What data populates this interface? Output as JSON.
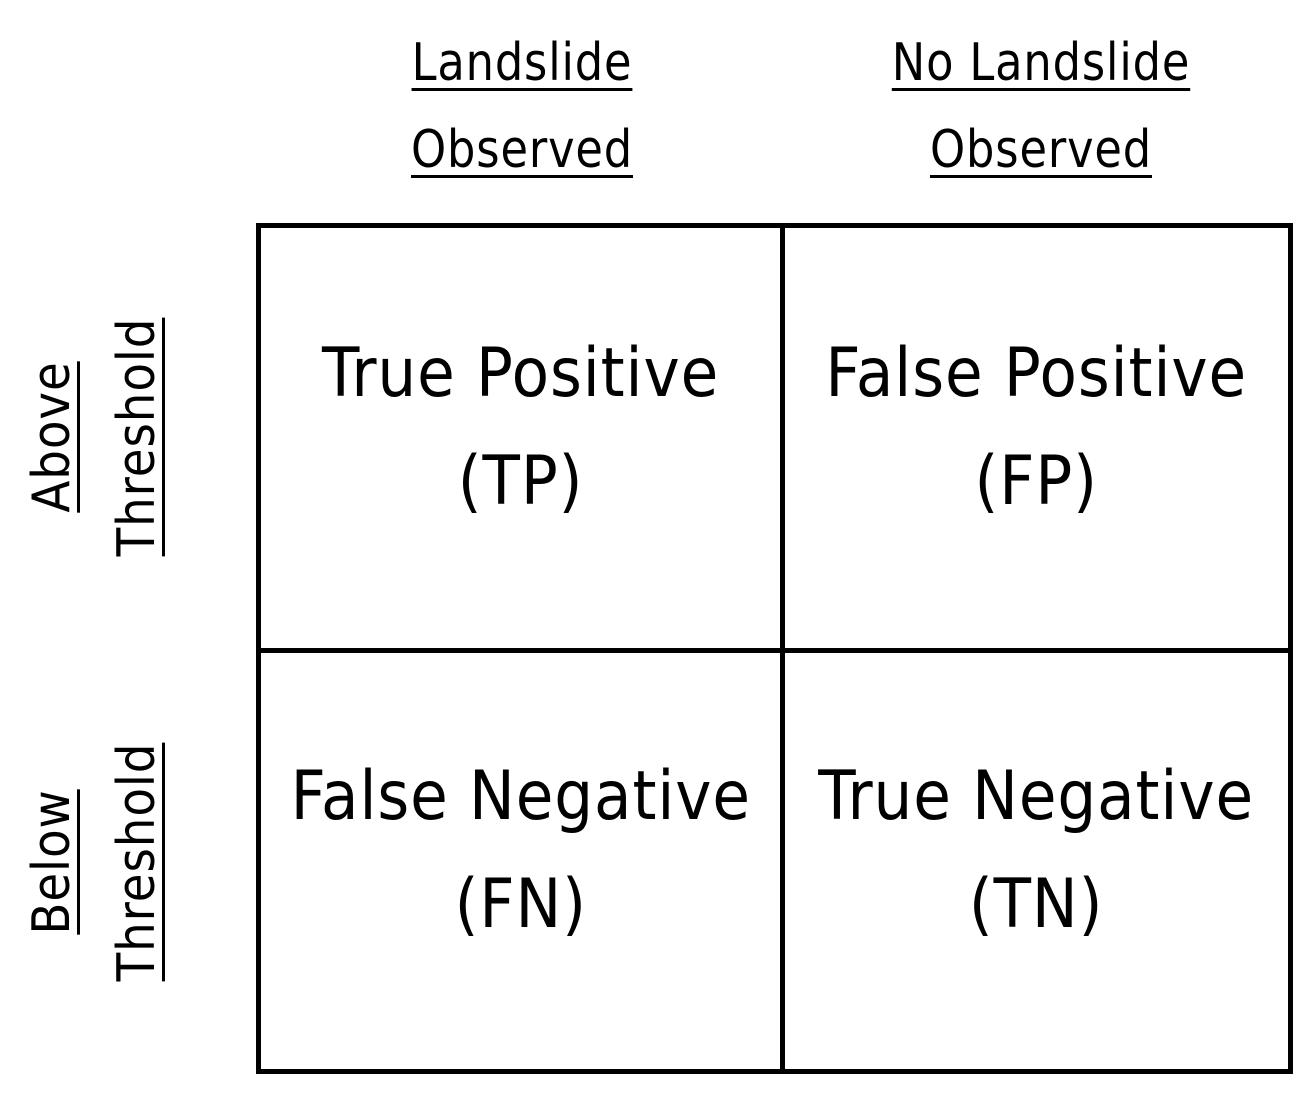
{
  "columns": [
    {
      "line1": "Landslide",
      "line2": "Observed"
    },
    {
      "line1": "No Landslide",
      "line2": "Observed"
    }
  ],
  "rows": [
    {
      "line1": "Above",
      "line2": "Threshold"
    },
    {
      "line1": "Below",
      "line2": "Threshold"
    }
  ],
  "cells": {
    "tp": {
      "label": "True Positive",
      "abbr": "(TP)"
    },
    "fp": {
      "label": "False Positive",
      "abbr": "(FP)"
    },
    "fn": {
      "label": "False Negative",
      "abbr": "(FN)"
    },
    "tn": {
      "label": "True Negative",
      "abbr": "(TN)"
    }
  }
}
